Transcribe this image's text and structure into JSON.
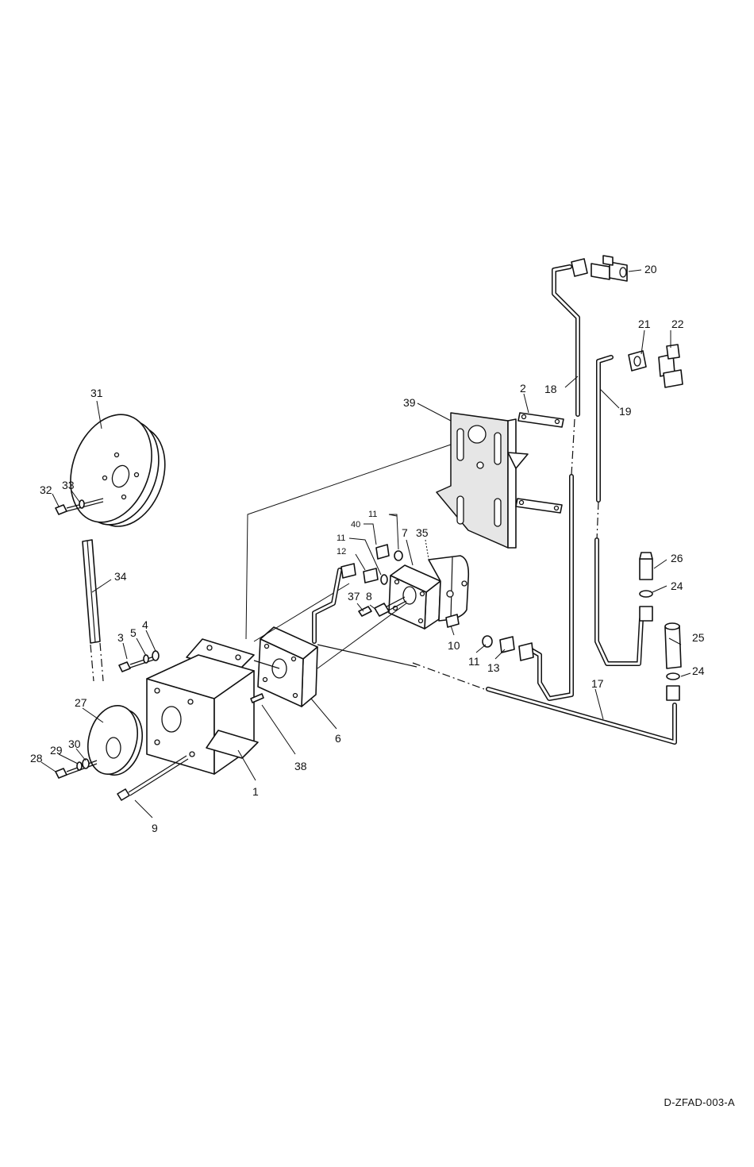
{
  "document_code": "D-ZFAD-003-A",
  "callouts": {
    "p1": "1",
    "p2": "2",
    "p3": "3",
    "p4": "4",
    "p5": "5",
    "p6": "6",
    "p7": "7",
    "p8": "8",
    "p9": "9",
    "p10": "10",
    "p11a": "11",
    "p11b": "11",
    "p11c": "11",
    "p12": "12",
    "p13": "13",
    "p17": "17",
    "p18": "18",
    "p19": "19",
    "p20": "20",
    "p21": "21",
    "p22": "22",
    "p24a": "24",
    "p24b": "24",
    "p25": "25",
    "p26": "26",
    "p27": "27",
    "p28": "28",
    "p29": "29",
    "p30": "30",
    "p31": "31",
    "p32": "32",
    "p33": "33",
    "p34": "34",
    "p35": "35",
    "p37": "37",
    "p38": "38",
    "p39": "39",
    "p40": "40"
  }
}
